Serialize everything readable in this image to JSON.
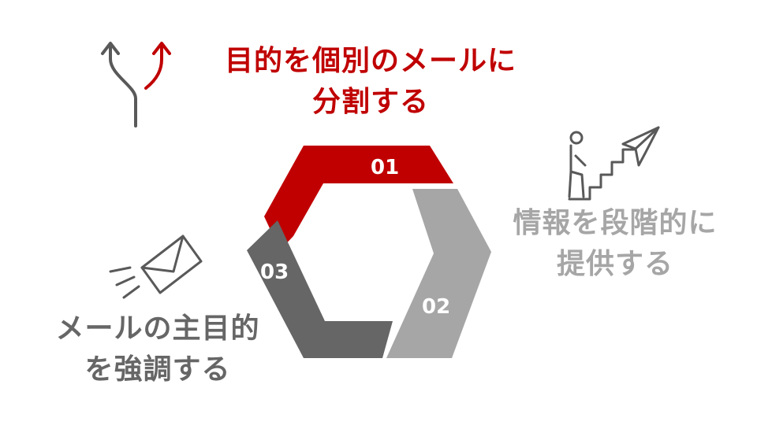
{
  "colors": {
    "step1": "#c00000",
    "step2": "#a6a6a6",
    "step3": "#666666",
    "icon_gray": "#595959",
    "icon_red": "#c00000"
  },
  "steps": [
    {
      "number": "01",
      "line1": "目的を個別のメールに",
      "line2": "分割する",
      "icon": "branching-arrows-icon"
    },
    {
      "number": "02",
      "line1": "情報を段階的に",
      "line2": "提供する",
      "icon": "stairs-paper-plane-icon"
    },
    {
      "number": "03",
      "line1": "メールの主目的",
      "line2": "を強調する",
      "icon": "flying-envelope-icon"
    }
  ]
}
